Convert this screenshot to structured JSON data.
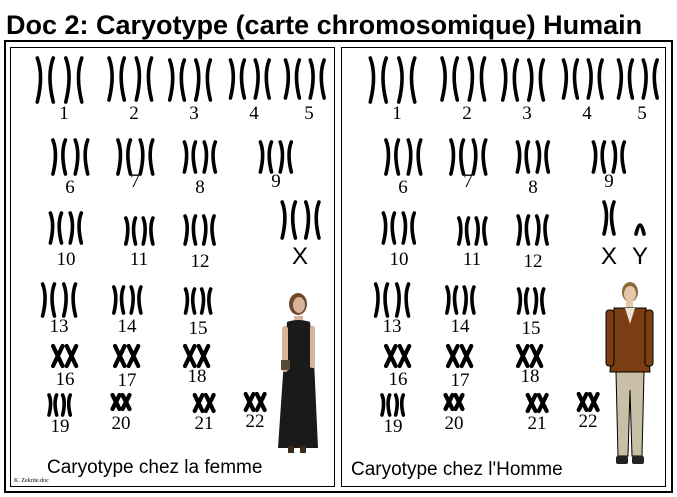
{
  "title": "Doc 2: Caryotype (carte chromosomique) Humain",
  "female": {
    "caption": "Caryotype chez la femme",
    "credit": "K. Zekrite.doc",
    "pairs": [
      "1",
      "2",
      "3",
      "4",
      "5",
      "6",
      "7",
      "8",
      "9",
      "10",
      "11",
      "12",
      "13",
      "14",
      "15",
      "16",
      "17",
      "18",
      "19",
      "20",
      "21",
      "22"
    ],
    "sex": [
      "X"
    ]
  },
  "male": {
    "caption": "Caryotype chez l'Homme",
    "pairs": [
      "1",
      "2",
      "3",
      "4",
      "5",
      "6",
      "7",
      "8",
      "9",
      "10",
      "11",
      "12",
      "13",
      "14",
      "15",
      "16",
      "17",
      "18",
      "19",
      "20",
      "21",
      "22"
    ],
    "sex": [
      "X",
      "Y"
    ]
  },
  "illustrations": {
    "female": "woman-figure-icon",
    "male": "man-figure-icon"
  }
}
